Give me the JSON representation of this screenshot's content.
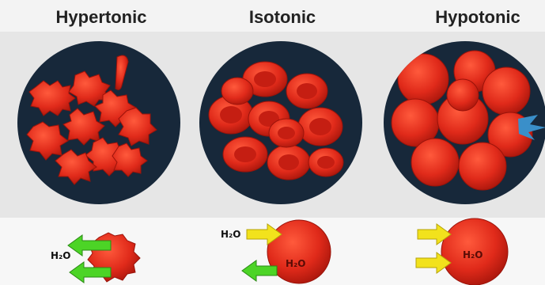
{
  "titles": {
    "hypertonic": "Hypertonic",
    "isotonic": "Isotonic",
    "hypotonic": "Hypotonic"
  },
  "labels": {
    "water": "H₂O"
  },
  "colors": {
    "cell": "#e02a1a",
    "cell_dark": "#b81810",
    "circle_bg": "#17283a",
    "arrow_out": "#4cd426",
    "arrow_in": "#f2e21c"
  }
}
